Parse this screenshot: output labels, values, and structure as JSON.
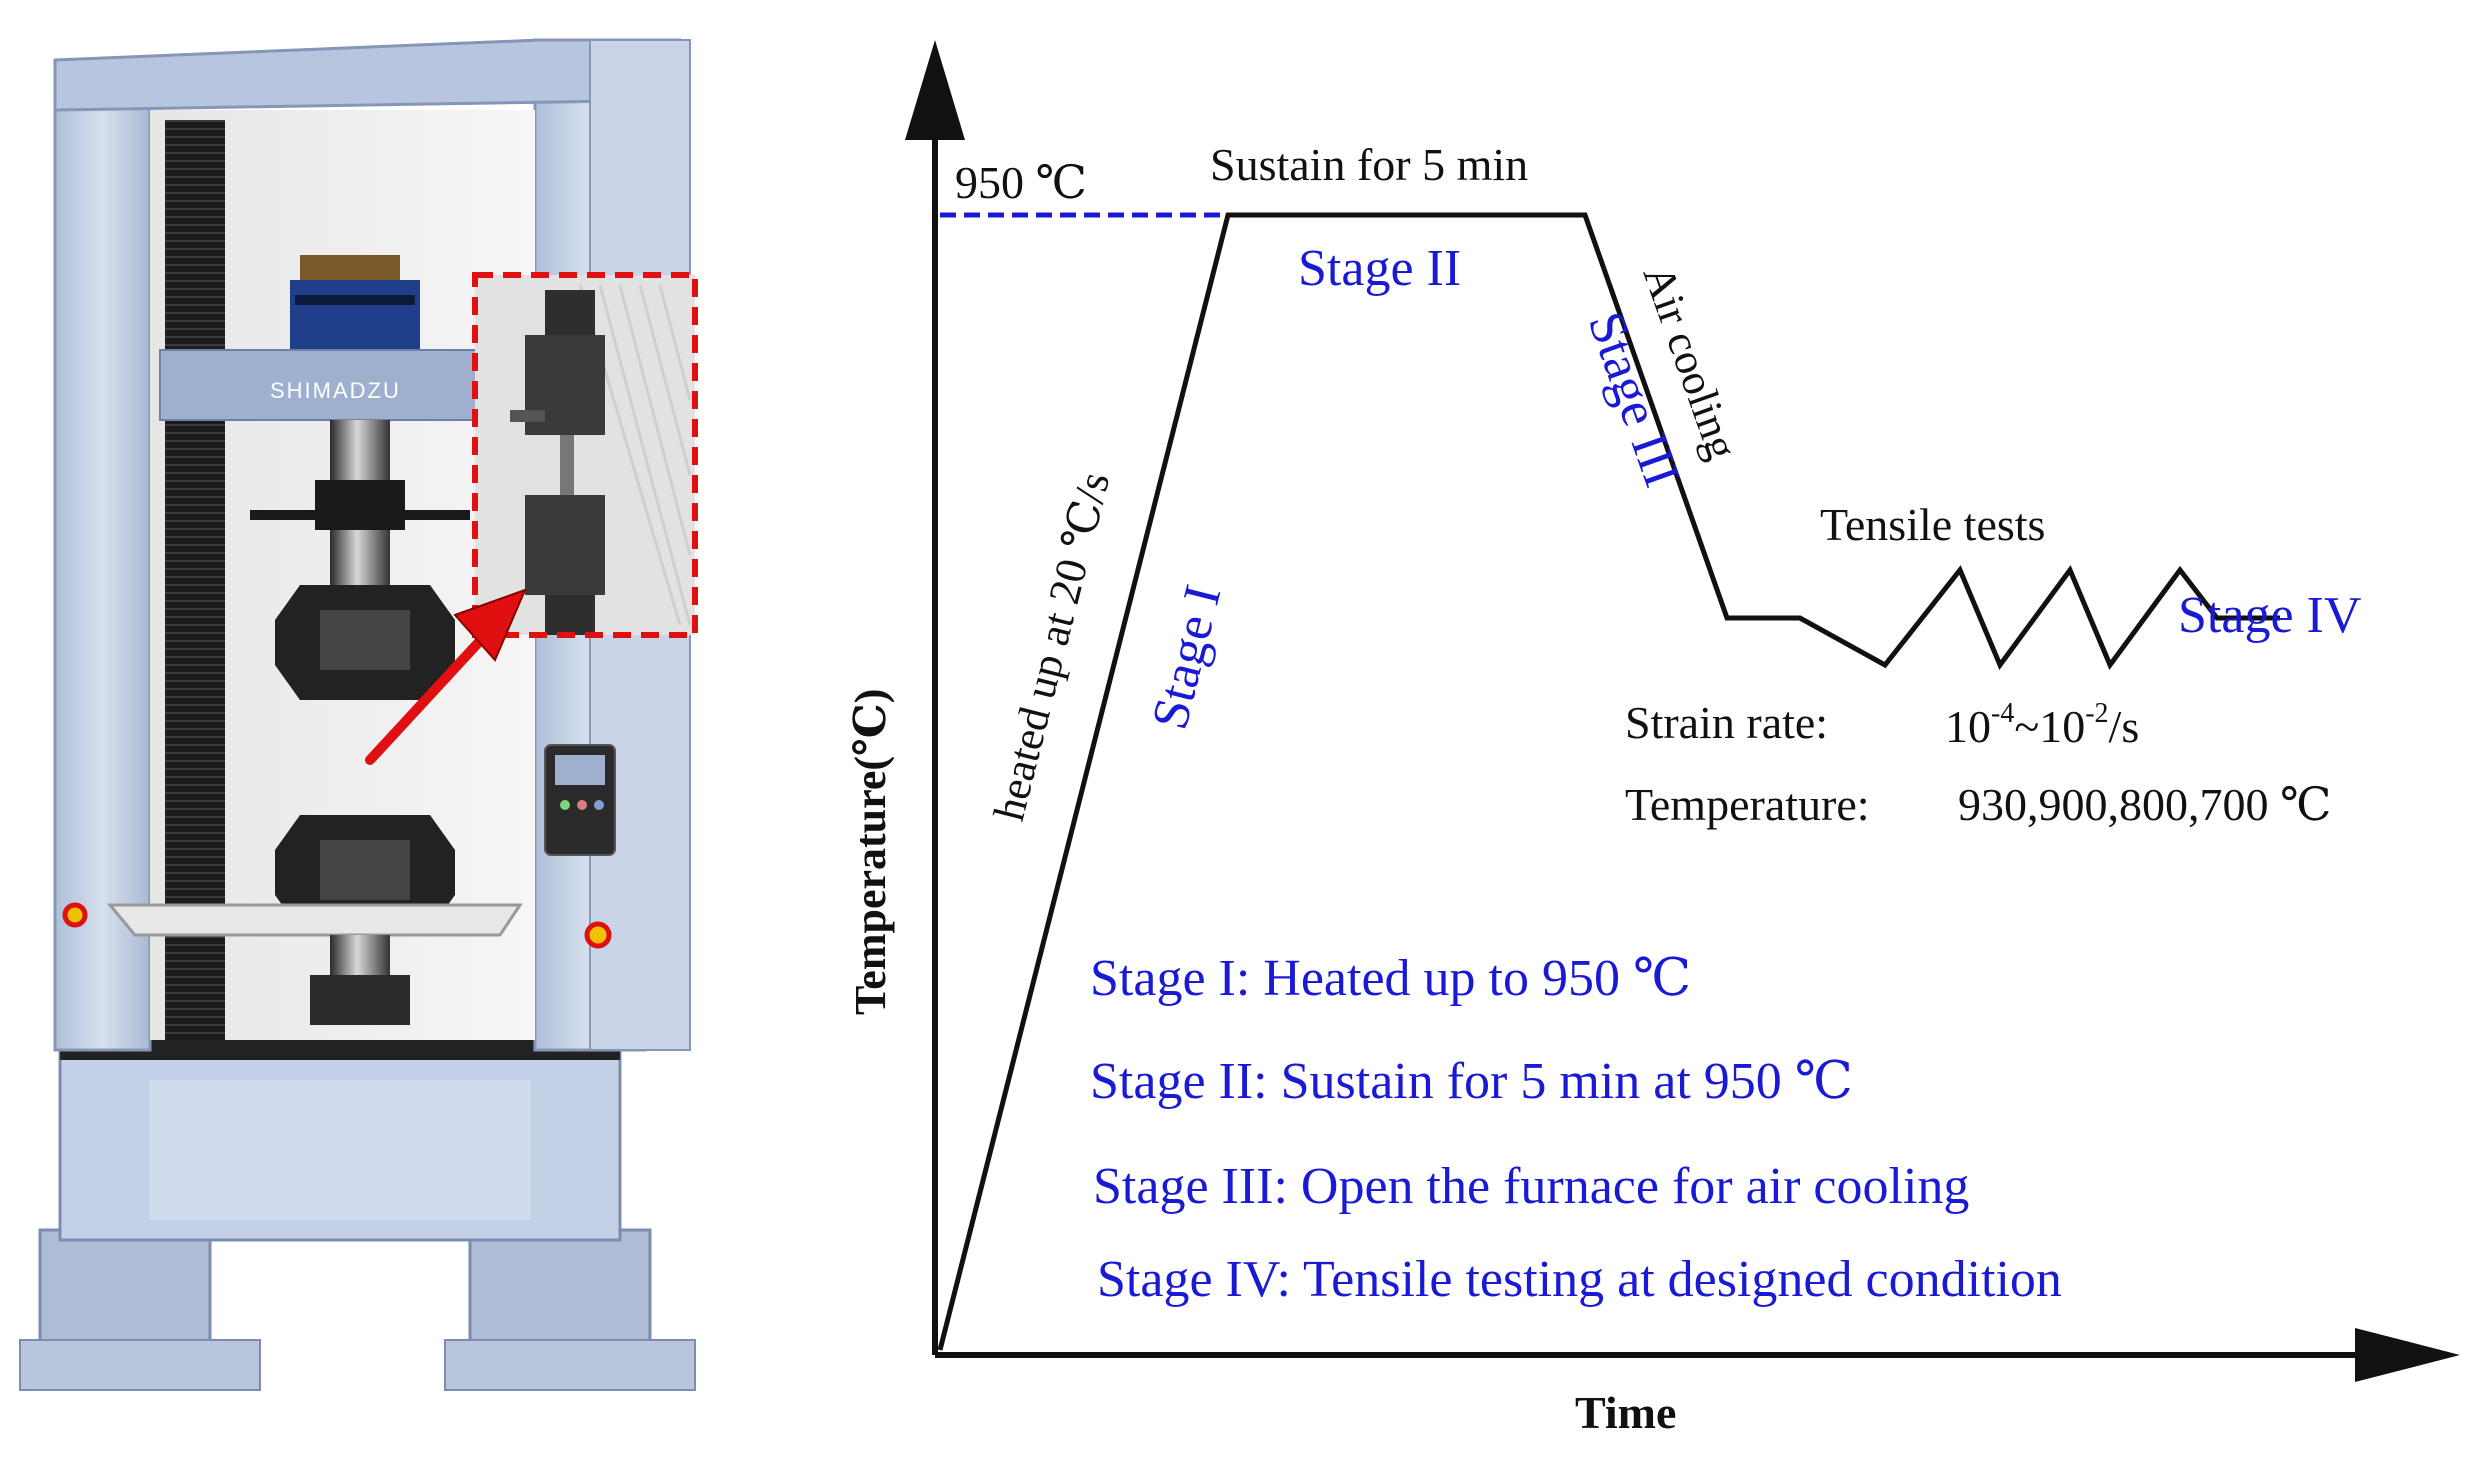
{
  "machine": {
    "brand_label": "SHIMADZU",
    "callout_color": "#e01010"
  },
  "diagram": {
    "axes": {
      "x_label": "Time",
      "y_label": "Temperature(℃)"
    },
    "peak_temp_label": "950 ℃",
    "sustain_label": "Sustain for 5 min",
    "heating_label": "heated up at 20 ℃/s",
    "cooling_label": "Air cooling",
    "tests_label": "Tensile tests",
    "stages": {
      "s1": "Stage I",
      "s2": "Stage II",
      "s3": "Stage III",
      "s4": "Stage IV"
    },
    "strain_rate": {
      "label": "Strain rate:",
      "base1": "10",
      "exp1": "-4",
      "sep": "~10",
      "exp2": "-2",
      "unit": "/s"
    },
    "temperature": {
      "label": "Temperature:",
      "values": "930,900,800,700 ℃"
    },
    "legend": [
      "Stage I: Heated up to 950 ℃",
      "Stage II: Sustain for 5 min at 950 ℃",
      "Stage III: Open the furnace for air cooling",
      "Stage IV: Tensile testing at designed condition"
    ],
    "colors": {
      "stage_text": "#1a1ad6",
      "line": "#111111",
      "dashed": "#1a1ad6"
    }
  }
}
